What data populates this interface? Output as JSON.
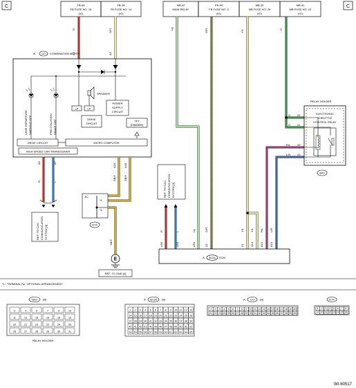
{
  "corner_marker": "C",
  "fuses": [
    {
      "l1": "FB-65",
      "l2": "FB FUSE NO. 15",
      "l3": "(IG)"
    },
    {
      "l1": "FB-18",
      "l2": "FB FUSE NO. 14",
      "l3": "(IG)"
    },
    {
      "l1": "MB-42",
      "l2": "MAIN RELAY"
    },
    {
      "l1": "FB-59",
      "l2": "FB FUSE NO. 5",
      "l3": "(IG)"
    },
    {
      "l1": "MB-39",
      "l2": "MB FUSE NO. 25",
      "l3": "(IG)"
    },
    {
      "l1": "MB-41",
      "l2": "MB FUSE NO. 22",
      "l3": "(IG)"
    }
  ],
  "modules": {
    "combination_meter": "COMBINATION METER",
    "ecm": "ECM"
  },
  "connectors": {
    "meter_prefix": "A:",
    "meter_id": "i10",
    "ecm_prefix": "A:",
    "ecm_id": "B134",
    "relay_id": "B49",
    "jc": "J/C",
    "jc_id": "i274",
    "ground": "E"
  },
  "meter": {
    "lane_departure_1": "LANE DEPARTURE",
    "lane_departure_2": "WARNING OFF",
    "pre_collision_1": "PRE-COLLISION",
    "pre_collision_2": "BRAKE OFF",
    "speaker": "SPEAKER",
    "lp": "LP",
    "drive_1": "DRIVE",
    "drive_2": "CIRCUIT",
    "power_1": "POWER",
    "power_2": "SUPPLY",
    "power_3": "CIRCUIT",
    "tft_1": "TFT",
    "tft_2": "(DIMMER)",
    "drive_circuit": "DRIVE CIRCUIT",
    "micro_computer": "MICRO COMPUTER",
    "can_transceiver": "HIGH SPEED CAN TRANSCEIVER"
  },
  "wires": {
    "red": "R",
    "white_yellow": "W/Y",
    "blue_l": "L",
    "sb_y": "SB/Y",
    "lg": "Lg",
    "g_r": "G/R",
    "y_l": "Y/L",
    "g": "G",
    "r_l": "R/L",
    "l_r": "L/R"
  },
  "pins": {
    "a1": "A1",
    "a2": "A2",
    "a6": "A6",
    "a7": "A7",
    "a20": "A20",
    "a40": "A40",
    "a35": "A35",
    "a34": "A34",
    "a50": "A50",
    "a14": "A14",
    "a15": "A15",
    "a13": "A13",
    "p20": "20",
    "p21": "21",
    "p22": "22",
    "p23": "23"
  },
  "relay": {
    "holder": "RELAY HOLDER",
    "line1": "ELECTRONIC",
    "line2": "THROTTLE",
    "line3": "CONTROL RELAY"
  },
  "refs": {
    "can_1": "REF. TO CAN",
    "can_2": "COMMUNICATION",
    "can_3": "SYSTEM [4]",
    "gnd": "REF. TO GND [4]"
  },
  "notes": {
    "star1": "*1",
    "terminal": "*1 : TERMINAL No. OPTIONAL ARRANGEMENT"
  },
  "bottom": {
    "b49_color": "(B)",
    "b134_color": "(B)",
    "i10_color": "(B)",
    "relay_caption": "RELAY HOLDER"
  },
  "connector_pins": {
    "b49": [
      "3",
      "4",
      "5",
      "7",
      "9",
      "10",
      "11",
      "12",
      "15",
      "16",
      "18",
      "19",
      "20",
      "21",
      "22",
      "23",
      "24",
      "25",
      "26",
      "27",
      "28",
      "29",
      "30",
      "31"
    ],
    "b134_rows": [
      [
        "1",
        "2",
        "3",
        "4",
        "5",
        "6",
        "7",
        "8",
        "9",
        "10",
        "11",
        "12",
        "13"
      ],
      [
        "14",
        "15",
        "16",
        "17",
        "18",
        "19",
        "20",
        "21",
        "22",
        "23",
        "24",
        "25",
        "26"
      ],
      [
        "27",
        "28",
        "29",
        "30",
        "31",
        "32",
        "33",
        "34",
        "35",
        "36",
        "37",
        "38",
        "39"
      ],
      [
        "40",
        "41",
        "42",
        "43",
        "44",
        "45",
        "46",
        "47",
        "48",
        "49",
        "50",
        "51",
        "52"
      ],
      [
        "53",
        "54",
        "55",
        "56",
        "57",
        "58",
        "59",
        "60",
        "61",
        "62",
        "63",
        "64",
        "65"
      ]
    ],
    "i10_rows": [
      [
        "1",
        "2",
        "3",
        "4",
        "5",
        "6",
        "7",
        "8",
        "9",
        "10",
        "11",
        "12",
        "13",
        "14",
        "15",
        "16",
        "17",
        "18",
        "19",
        "20"
      ],
      [
        "21",
        "22",
        "23",
        "24",
        "25",
        "26",
        "27",
        "28",
        "29",
        "30",
        "31",
        "32",
        "33",
        "34",
        "35",
        "36",
        "37",
        "38",
        "39",
        "40"
      ]
    ],
    "i274_rows": [
      [
        "1",
        "2",
        "3",
        "4",
        "5",
        "6",
        "7",
        "8"
      ],
      [
        "9",
        "10",
        "11",
        "12",
        "13",
        "14",
        "15",
        "16"
      ]
    ]
  },
  "figure_id": "WI-60517"
}
